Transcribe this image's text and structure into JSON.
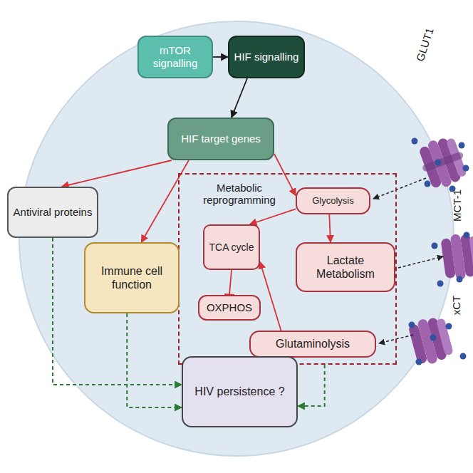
{
  "diagram": {
    "nodes": [
      {
        "text": [
          "mTOR signalling"
        ]
      },
      {
        "text": [
          "HIF signalling"
        ]
      },
      {
        "text": [
          "HIF target genes"
        ]
      },
      {
        "text": [
          "Antiviral proteins"
        ]
      },
      {
        "text": [
          "Metabolic reprogramming"
        ]
      },
      {
        "text": [
          "Glycolysis"
        ],
        "in": 4
      },
      {
        "text": [
          "TCA cycle"
        ],
        "in": 4
      },
      {
        "text": [
          "Immune cell function"
        ]
      },
      {
        "text": [
          "Lactate Metabolism"
        ],
        "in": 4
      },
      {
        "text": [
          "OXPHOS"
        ],
        "in": 4
      },
      {
        "text": [
          "Glutaminolysis"
        ],
        "in": 4
      },
      {
        "text": [
          "HIV persistence ?"
        ]
      }
    ],
    "edges": [
      {
        "from": 0,
        "to": 1,
        "arrow": "to"
      },
      {
        "from": 1,
        "to": 2,
        "arrow": "to"
      },
      {
        "from": 2,
        "to": 3,
        "arrow": "to"
      },
      {
        "from": 2,
        "to": 7,
        "arrow": "to"
      },
      {
        "from": 2,
        "to": 5,
        "arrow": "to"
      },
      {
        "from": 5,
        "to": 6,
        "arrow": "to"
      },
      {
        "from": 5,
        "to": 8,
        "arrow": "to"
      },
      {
        "from": 6,
        "to": 9,
        "arrow": "to"
      },
      {
        "from": 10,
        "to": 6,
        "arrow": "to"
      },
      {
        "from": 3,
        "to": 11,
        "arrow": "to"
      },
      {
        "from": 7,
        "to": 11,
        "arrow": "to"
      },
      {
        "from": 4,
        "to": 11,
        "arrow": "to"
      }
    ],
    "labels": [
      "GLUT1",
      "MCT-1",
      "xCT"
    ]
  }
}
